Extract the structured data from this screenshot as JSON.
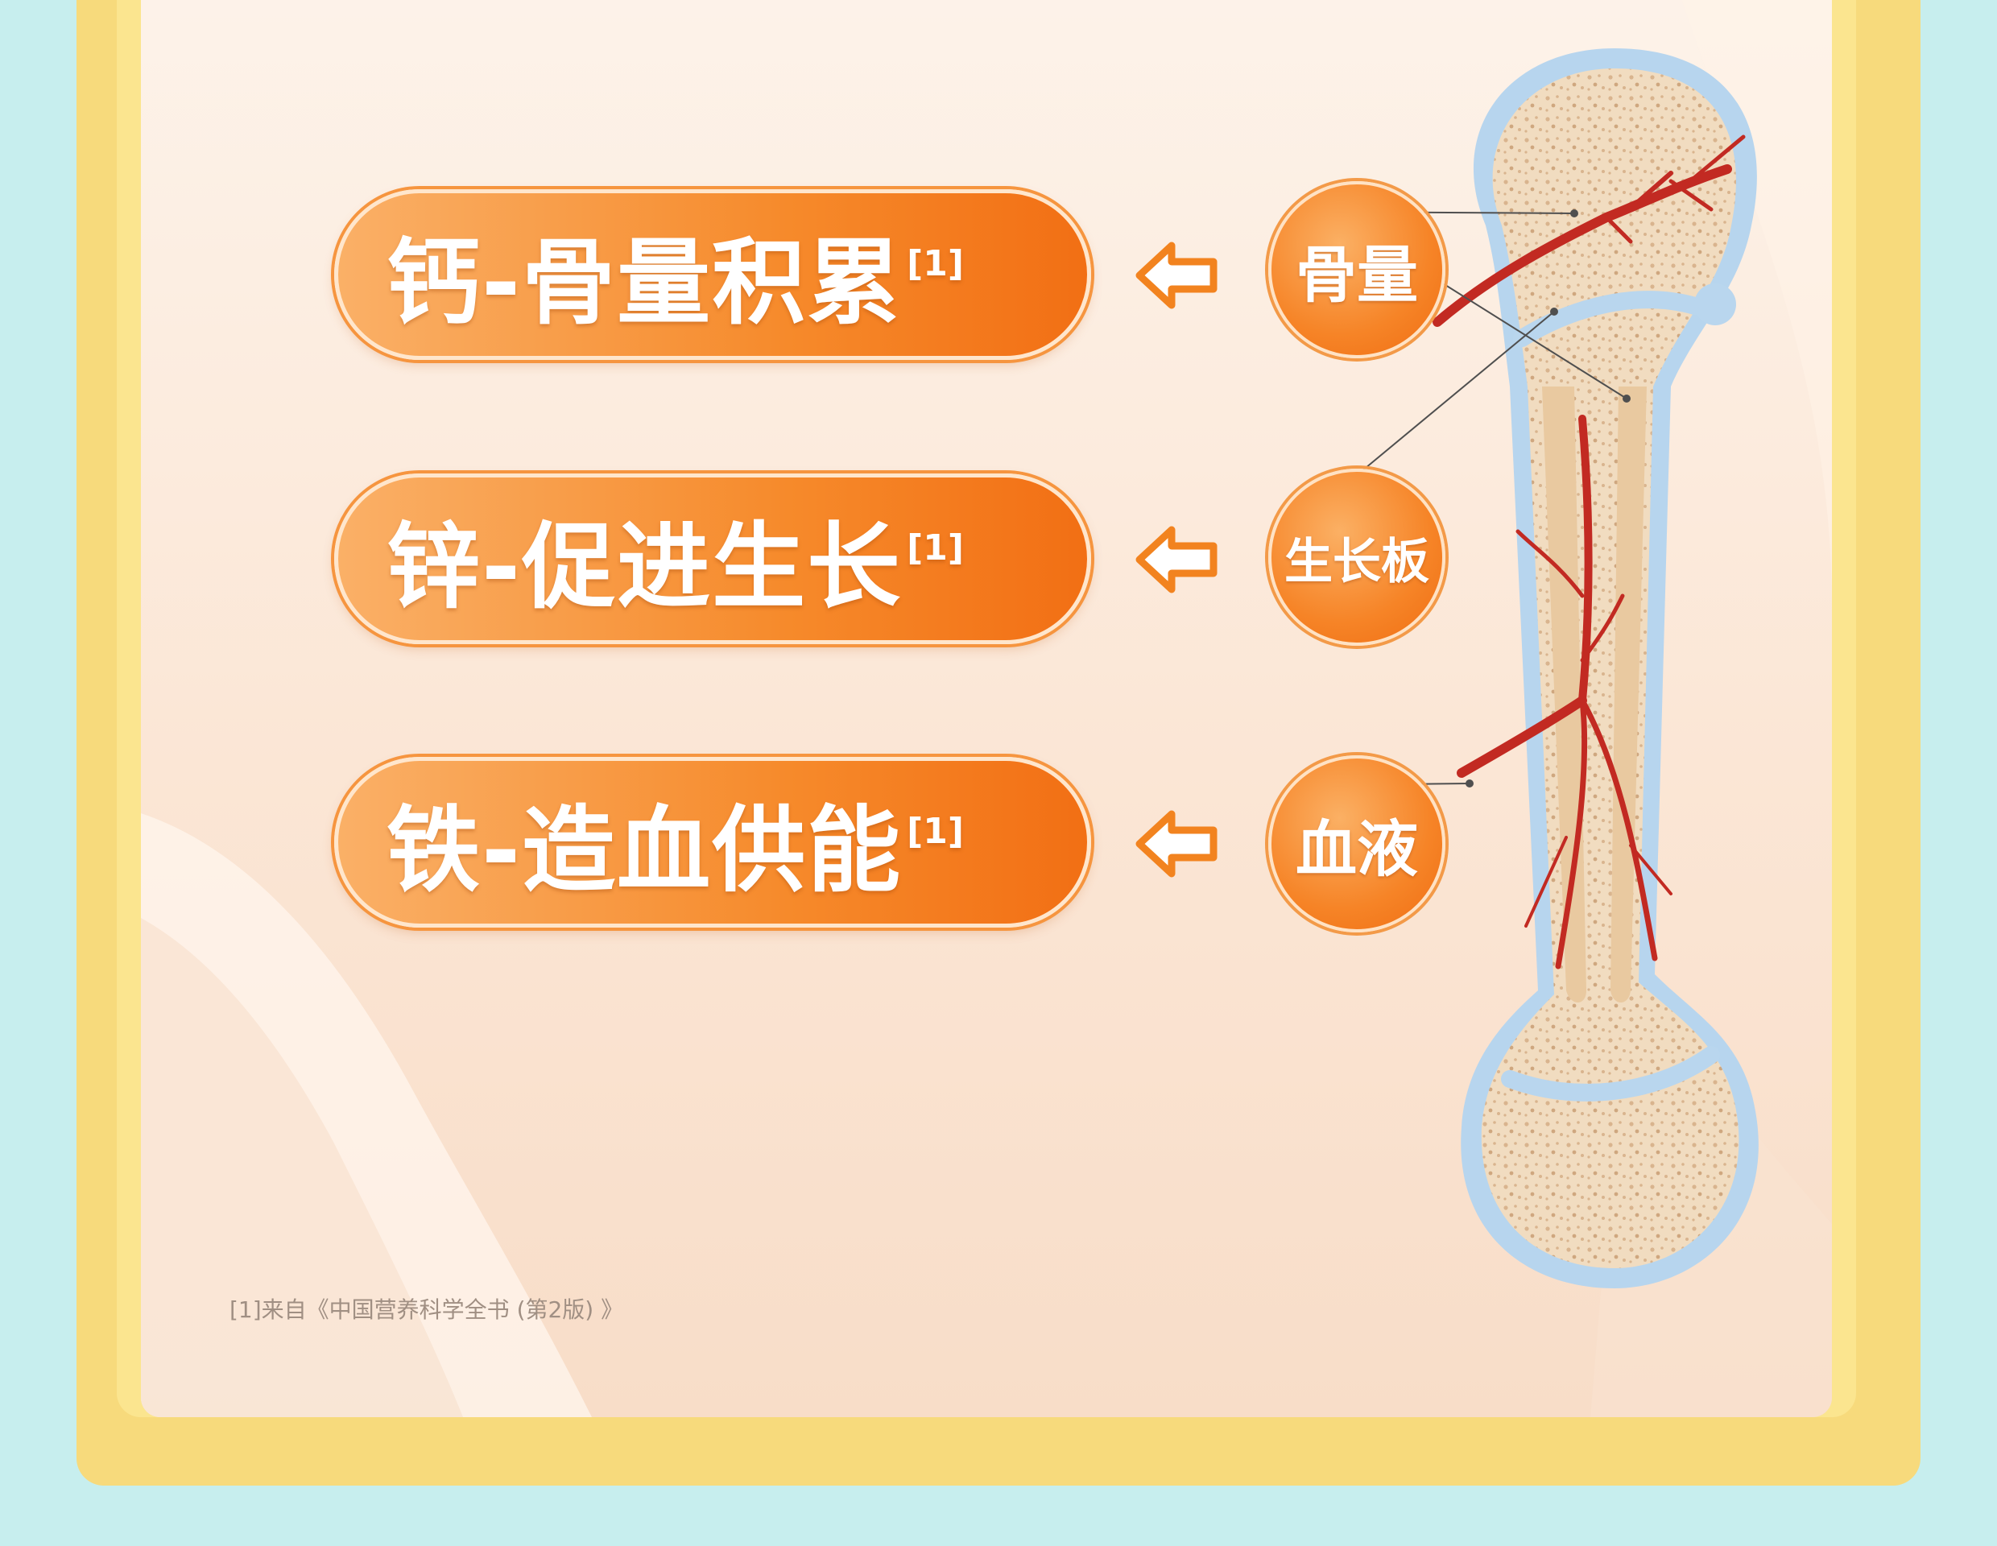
{
  "nutrients": [
    {
      "label": "钙-骨量积累",
      "ref": "[1]"
    },
    {
      "label": "锌-促进生长",
      "ref": "[1]"
    },
    {
      "label": "铁-造血供能",
      "ref": "[1]"
    }
  ],
  "badges": [
    "骨量",
    "生长板",
    "血液"
  ],
  "icons": {
    "arrow": "arrow-left-icon"
  },
  "footnote": "[1]来自《中国营养科学全书 (第2版) 》",
  "colors": {
    "page_background": "#c7eeee",
    "frame": "#f7da7c",
    "pill_orange": "#f68a2b",
    "blood_vessel": "#c22a22",
    "cartilage_blue": "#b9d6ee"
  }
}
